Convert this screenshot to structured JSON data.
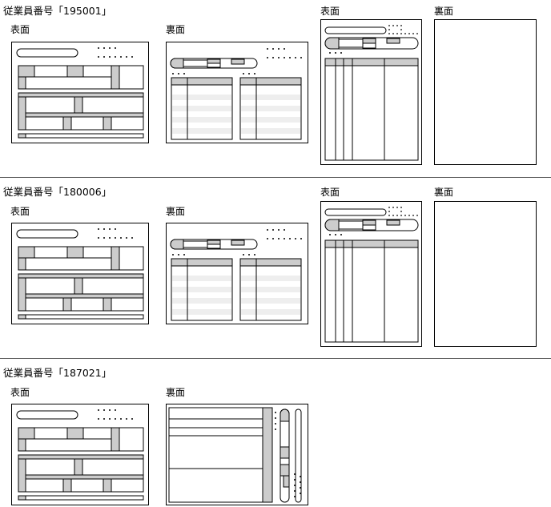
{
  "sections": [
    {
      "employee_label": "従業員番号「195001」",
      "front_label": "表面",
      "back_label": "裏面",
      "front2_label": "表面",
      "back2_label": "裏面"
    },
    {
      "employee_label": "従業員番号「180006」",
      "front_label": "表面",
      "back_label": "裏面",
      "front2_label": "表面",
      "back2_label": "裏面"
    },
    {
      "employee_label": "従業員番号「187021」",
      "front_label": "表面",
      "back_label": "裏面"
    }
  ],
  "colors": {
    "line": "#000000",
    "shade": "#cccccc",
    "stripe": "#eeeeee",
    "divider": "#555555"
  }
}
